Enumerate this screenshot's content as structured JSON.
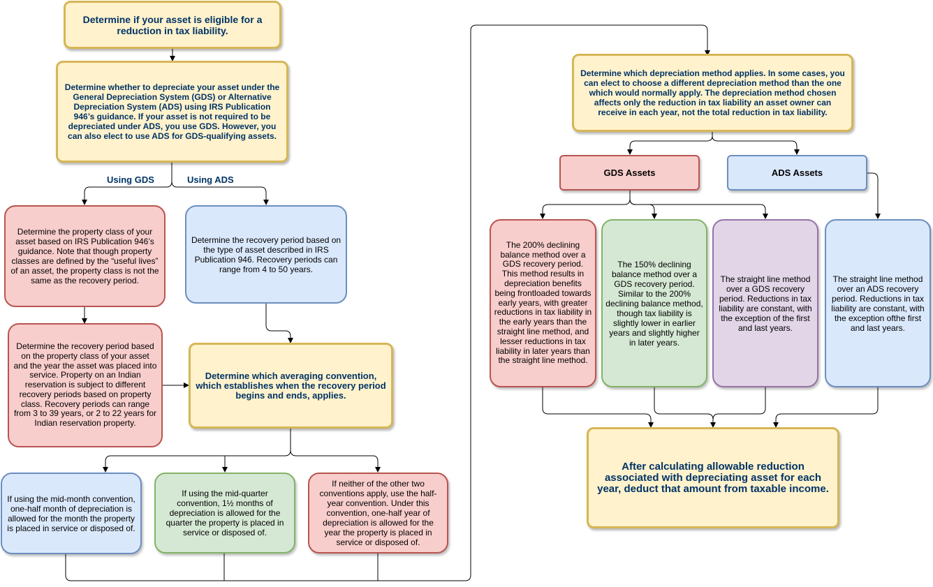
{
  "nodes": {
    "eligible": "Determine if your asset is eligible for a reduction in tax liability.",
    "gds_or_ads": "Determine whether to depreciate your asset under the General Depreciation System (GDS) or Alternative Depreciation System (ADS) using IRS Publication 946’s guidance. If your asset is not required to be depreciated under ADS, you use GDS. However, you can also elect to use ADS for GDS-qualifying assets.",
    "property_class": "Determine the property class of your asset based on IRS Publication 946’s guidance. Note that though property classes are defined by the “useful lives” of an asset, the property class is not the same as the recovery period.",
    "gds_recovery_period": "Determine the recovery period based on the property class of your asset and the year the asset was placed into service. Property on an Indian reservation is subject to different recovery periods based on property class. Recovery periods can range from 3 to 39 years, or 2 to 22 years for Indian reservation property.",
    "ads_recovery_period": "Determine the recovery period based on the type of asset described in IRS Publication 946. Recovery periods can range from 4 to 50 years.",
    "averaging_convention": "Determine which averaging convention, which establishes when the recovery period begins and ends, applies.",
    "mid_month": "If using the mid-month convention, one-half month of depreciation is allowed for the month the property is placed in service or disposed of.",
    "mid_quarter": "If using the mid-quarter convention, 1½ months of depreciation is allowed for the quarter the property is placed in service or disposed of.",
    "half_year": "If neither of the other two conventions apply, use the half-year convention. Under this convention, one-half year of depreciation is allowed for the year the property is placed in service or disposed of.",
    "depreciation_method": "Determine which depreciation method applies. In some cases, you can elect to choose a different depreciation method than the one which would normally apply. The depreciation method chosen affects only the reduction in tax liability an asset owner can receive in each year, not the total reduction in tax liability.",
    "gds_assets": "GDS Assets",
    "ads_assets": "ADS Assets",
    "method_200": "The 200% declining balance method over a GDS recovery period. This method results in depreciation benefits being frontloaded towards early years, with greater reductions in tax liability in the early years than the straight line method, and lesser reductions in tax liability in later years than the straight line method.",
    "method_150": "The 150% declining balance method over a GDS recovery period. Similar to the 200% declining balance method, though tax liability is slightly lower in earlier years and slightly higher in later years.",
    "straight_gds": "The straight line method over a GDS recovery period. Reductions in tax liability are constant, with the exception of the first and last years.",
    "straight_ads": "The straight line method over an ADS recovery period. Reductions in tax liability are constant, with the exception ofthe first and last years.",
    "deduct": "After calculating allowable reduction associated with depreciating asset for each year, deduct that amount from taxable income."
  },
  "edge_labels": {
    "using_gds": "Using GDS",
    "using_ads": "Using ADS"
  },
  "colors": {
    "connector": "#000000",
    "label_text": "#003366",
    "yellow_fill": "#fff2cc",
    "yellow_stroke": "#d6b656",
    "red_fill": "#f8cecc",
    "red_stroke": "#b85450",
    "blue_fill": "#dae8fc",
    "blue_stroke": "#6c8ebf",
    "green_fill": "#d5e8d4",
    "green_stroke": "#82b366",
    "purple_fill": "#e1d5e7",
    "purple_stroke": "#9673a6"
  }
}
